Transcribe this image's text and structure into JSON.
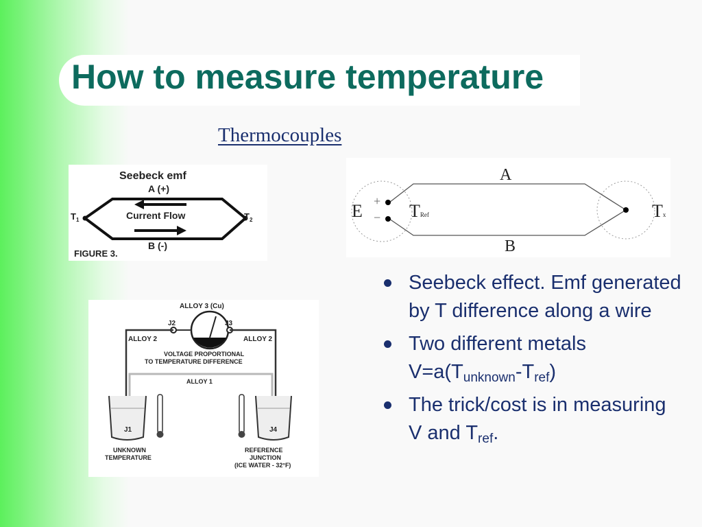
{
  "slide": {
    "title": "How to measure temperature",
    "subtitle": "Thermocouples",
    "accent_color": "#0d6b5e",
    "text_color": "#1a2f6e"
  },
  "figure_seebeck": {
    "heading": "Seebeck emf",
    "top_wire": "A (+)",
    "bottom_wire": "B (-)",
    "center": "Current Flow",
    "t1": "T",
    "t1_sub": "1",
    "t2": "T",
    "t2_sub": "2",
    "caption": "FIGURE 3."
  },
  "figure_circuit": {
    "label_a": "A",
    "label_b": "B",
    "label_e": "E",
    "plus": "+",
    "minus": "−",
    "t_ref": "T",
    "t_ref_sub": "Ref",
    "t_x": "T",
    "t_x_sub": "x"
  },
  "figure_apparatus": {
    "alloy3": "ALLOY 3 (Cu)",
    "j2": "J2",
    "j3": "J3",
    "alloy2_left": "ALLOY 2",
    "alloy2_right": "ALLOY 2",
    "voltage_line1": "VOLTAGE PROPORTIONAL",
    "voltage_line2": "TO TEMPERATURE DIFFERENCE",
    "alloy1": "ALLOY 1",
    "j1": "J1",
    "j4": "J4",
    "unknown_line1": "UNKNOWN",
    "unknown_line2": "TEMPERATURE",
    "ref_line1": "REFERENCE",
    "ref_line2": "JUNCTION",
    "ref_line3": "(ICE WATER - 32°F)"
  },
  "bullets": [
    {
      "text": "Seebeck effect. Emf generated by T difference along a wire"
    },
    {
      "pre": "Two different metals V=a(T",
      "sub1": "unknown",
      "mid": "-T",
      "sub2": "ref",
      "post": ")"
    },
    {
      "pre": "The trick/cost is in measuring V and T",
      "sub": "ref",
      "post": "."
    }
  ]
}
